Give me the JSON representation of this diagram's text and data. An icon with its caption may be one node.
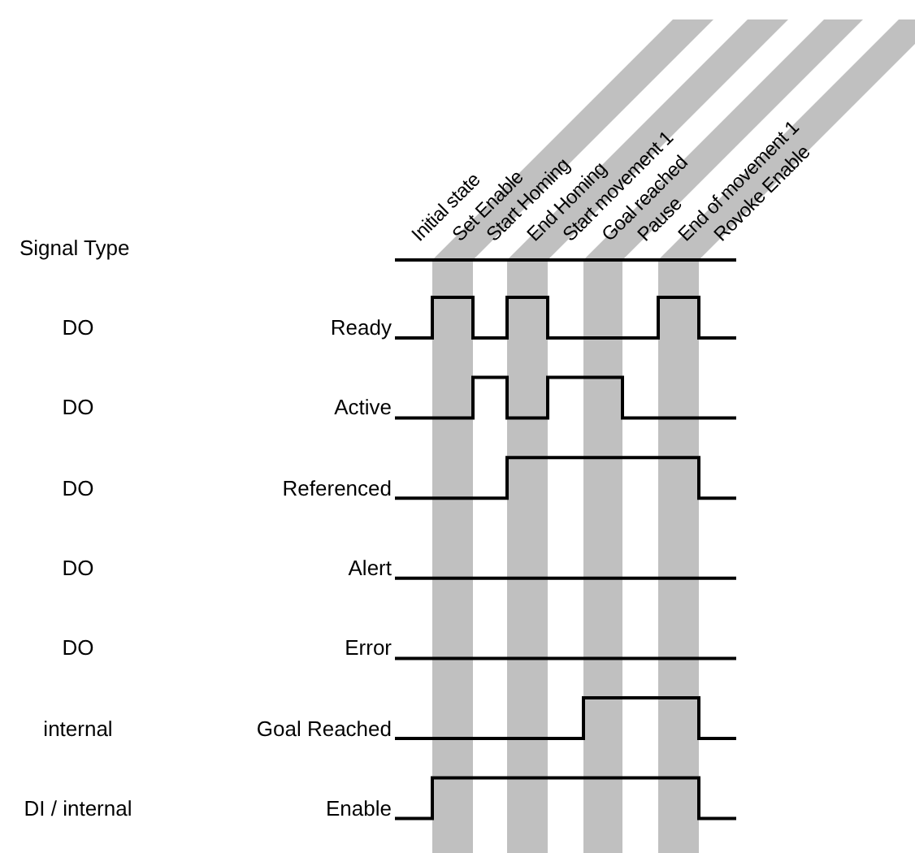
{
  "diagram": {
    "labels": [
      "Initial state",
      "Set Enable",
      "Start Homing",
      "End Homing",
      "Start movement 1",
      "Goal reached",
      "Pause",
      "End of movement 1",
      "Rovoke Enable",
      "Signal Type",
      "DO",
      "Ready",
      "DO",
      "Active",
      "DO",
      "Referenced",
      "DO",
      "Alert",
      "DO",
      "Error",
      "internal",
      "Goal Reached",
      "DI / internal",
      "Enable"
    ]
  }
}
